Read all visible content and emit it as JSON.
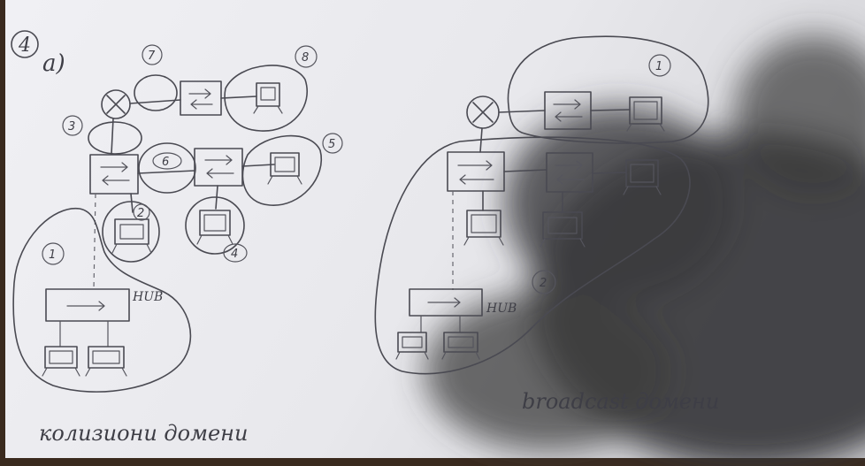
{
  "sheet": {
    "problem_number": "4",
    "part_label": "a)"
  },
  "left_diagram": {
    "domain_numbers": [
      "1",
      "2",
      "3",
      "4",
      "5",
      "6",
      "7",
      "8"
    ],
    "hub_label": "HUB",
    "caption": "колизиони домени"
  },
  "right_diagram": {
    "domain_numbers": [
      "1",
      "2"
    ],
    "hub_label": "HUB",
    "caption": "broadcast домени"
  },
  "colors": {
    "paper": "#ecebf0",
    "ink": "#4a4a52",
    "shadow": "#3a3a3c",
    "background": "#3a2a1e"
  }
}
